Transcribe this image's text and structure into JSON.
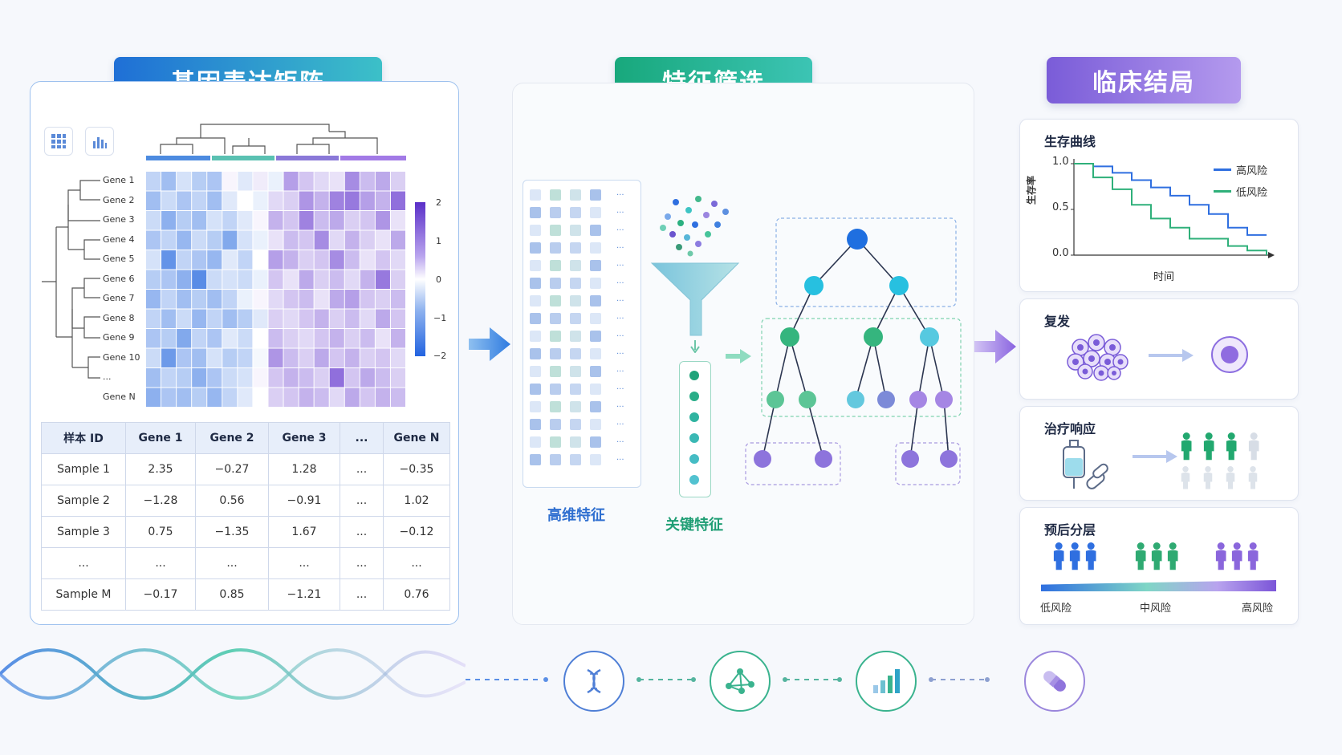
{
  "sections": {
    "matrix_title": "基因表达矩阵",
    "feature_title": "特征筛选",
    "clinical_title": "临床结局"
  },
  "colors": {
    "matrix_gradient": [
      "#1f6fd6",
      "#3cc0c8"
    ],
    "feature_gradient": [
      "#18a87c",
      "#3cc4b4"
    ],
    "clinical_gradient": [
      "#7a5cd8",
      "#b49aee"
    ],
    "heat_low": "#2f6fe0",
    "heat_mid": "#ffffff",
    "heat_high": "#6b3fd0"
  },
  "heatmap": {
    "genes": [
      "Gene 1",
      "Gene 2",
      "Gene 3",
      "Gene 4",
      "Gene 5",
      "Gene 6",
      "Gene 7",
      "Gene 8",
      "Gene 9",
      "Gene 10",
      "...",
      "Gene N"
    ],
    "scale_ticks": [
      "2",
      "1",
      "0",
      "−1",
      "−2"
    ],
    "values": [
      [
        -0.6,
        -0.9,
        -0.4,
        -0.7,
        -0.8,
        0.1,
        -0.3,
        0.2,
        -0.2,
        1.0,
        0.6,
        0.4,
        0.3,
        1.2,
        0.7,
        0.9,
        0.5
      ],
      [
        -0.9,
        -0.5,
        -0.8,
        -0.6,
        -0.9,
        -0.3,
        0.0,
        -0.2,
        0.4,
        0.5,
        1.1,
        0.8,
        1.3,
        1.4,
        1.0,
        0.8,
        1.5
      ],
      [
        -0.5,
        -1.1,
        -0.7,
        -0.9,
        -0.4,
        -0.6,
        -0.3,
        0.1,
        0.8,
        0.6,
        1.3,
        0.7,
        0.9,
        0.5,
        0.6,
        1.1,
        0.3
      ],
      [
        -0.8,
        -0.6,
        -1.0,
        -0.5,
        -0.7,
        -1.2,
        -0.4,
        -0.2,
        0.3,
        0.7,
        0.6,
        1.2,
        0.4,
        0.8,
        0.5,
        0.3,
        0.9
      ],
      [
        -0.4,
        -1.5,
        -0.6,
        -0.8,
        -1.0,
        -0.3,
        -0.6,
        0.0,
        1.0,
        0.8,
        0.5,
        0.6,
        1.2,
        0.7,
        0.3,
        0.6,
        0.4
      ],
      [
        -0.7,
        -0.8,
        -1.1,
        -1.6,
        -0.5,
        -0.4,
        -0.5,
        -0.2,
        0.6,
        0.3,
        0.9,
        0.5,
        0.7,
        0.4,
        0.8,
        1.4,
        0.5
      ],
      [
        -1.0,
        -0.6,
        -0.9,
        -0.7,
        -0.9,
        -0.6,
        -0.2,
        0.1,
        0.4,
        0.6,
        0.7,
        0.3,
        0.9,
        1.0,
        0.6,
        0.5,
        0.7
      ],
      [
        -0.6,
        -0.9,
        -0.5,
        -1.0,
        -0.6,
        -0.9,
        -0.7,
        -0.3,
        0.5,
        0.4,
        0.6,
        0.8,
        0.5,
        0.7,
        0.4,
        0.9,
        0.6
      ],
      [
        -0.8,
        -0.7,
        -1.2,
        -0.6,
        -0.8,
        -0.3,
        -0.5,
        0.0,
        0.7,
        0.5,
        0.4,
        0.6,
        0.8,
        0.5,
        0.7,
        0.3,
        0.8
      ],
      [
        -0.5,
        -1.4,
        -0.8,
        -0.9,
        -0.4,
        -0.7,
        -0.6,
        -0.1,
        1.1,
        0.7,
        0.5,
        0.9,
        0.6,
        0.8,
        0.5,
        0.6,
        0.4
      ],
      [
        -0.9,
        -0.6,
        -0.7,
        -1.1,
        -0.8,
        -0.5,
        -0.4,
        0.1,
        0.6,
        0.8,
        0.7,
        0.5,
        1.5,
        0.6,
        0.9,
        0.7,
        0.5
      ],
      [
        -1.1,
        -0.8,
        -0.9,
        -0.7,
        -1.0,
        -0.6,
        -0.3,
        0.0,
        0.5,
        0.6,
        0.8,
        0.7,
        0.4,
        0.9,
        0.6,
        0.8,
        0.7
      ]
    ]
  },
  "table": {
    "headers": [
      "样本 ID",
      "Gene 1",
      "Gene 2",
      "Gene 3",
      "...",
      "Gene N"
    ],
    "rows": [
      [
        "Sample 1",
        "2.35",
        "−0.27",
        "1.28",
        "...",
        "−0.35"
      ],
      [
        "Sample 2",
        "−1.28",
        "0.56",
        "−0.91",
        "...",
        "1.02"
      ],
      [
        "Sample 3",
        "0.75",
        "−1.35",
        "1.67",
        "...",
        "−0.12"
      ],
      [
        "...",
        "...",
        "...",
        "...",
        "...",
        "..."
      ],
      [
        "Sample M",
        "−0.17",
        "0.85",
        "−1.21",
        "...",
        "0.76"
      ]
    ]
  },
  "features": {
    "high_dim_label": "高维特征",
    "key_label": "关键特征"
  },
  "survival": {
    "title": "生存曲线",
    "ylabel": "生存率",
    "xlabel": "时间",
    "yticks": [
      "1.0",
      "0.5",
      "0.0"
    ],
    "legend_high": "高风险",
    "legend_low": "低风险",
    "high_color": "#2f6fe0",
    "low_color": "#2fb07a",
    "chart_data": {
      "type": "line",
      "ylim": [
        0,
        1
      ],
      "series": [
        {
          "name": "高风险",
          "x": [
            0,
            1,
            2,
            3,
            4,
            5,
            6,
            7,
            8,
            9,
            10
          ],
          "values": [
            1.0,
            0.97,
            0.9,
            0.82,
            0.74,
            0.65,
            0.55,
            0.45,
            0.3,
            0.22,
            0.22
          ]
        },
        {
          "name": "低风险",
          "x": [
            0,
            1,
            2,
            3,
            4,
            5,
            6,
            7,
            8,
            9,
            10
          ],
          "values": [
            1.0,
            0.85,
            0.72,
            0.55,
            0.4,
            0.3,
            0.18,
            0.18,
            0.1,
            0.05,
            0.0
          ]
        }
      ]
    }
  },
  "relapse": {
    "title": "复发"
  },
  "treatment": {
    "title": "治疗响应"
  },
  "prognosis": {
    "title": "预后分层",
    "low": "低风险",
    "mid": "中风险",
    "high": "高风险"
  },
  "bottom_icons": [
    "dna-icon",
    "network-icon",
    "bar-chart-icon",
    "pill-icon"
  ]
}
